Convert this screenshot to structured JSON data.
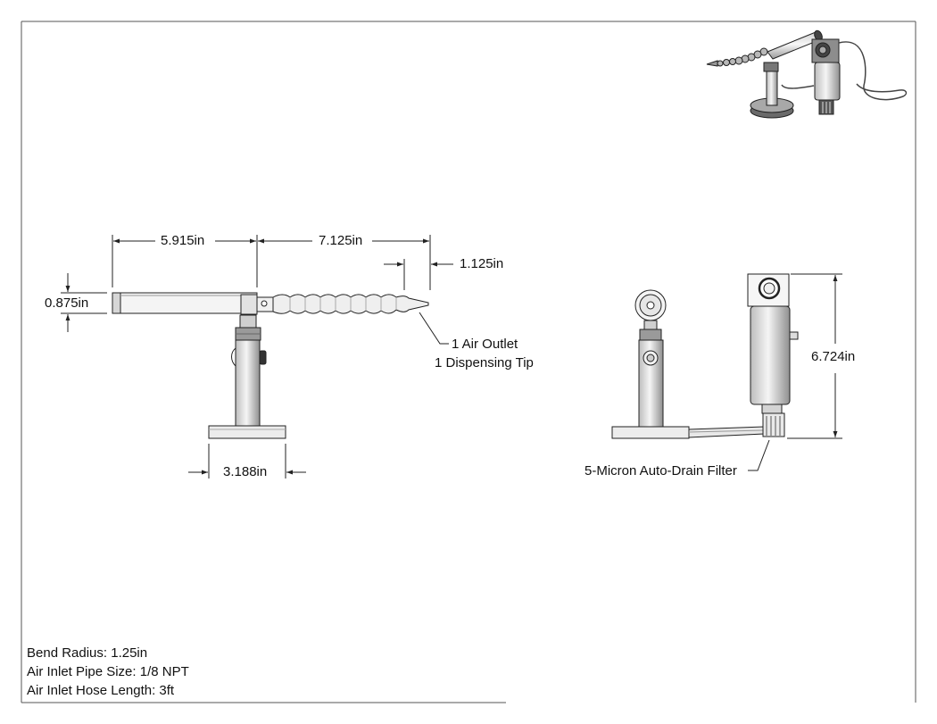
{
  "dimensions": {
    "bar_length": "5.915in",
    "hose_length": "7.125in",
    "tip_length": "1.125in",
    "bar_diameter": "0.875in",
    "base_diameter": "3.188in",
    "filter_height": "6.724in"
  },
  "callouts": {
    "air_outlet": "1 Air Outlet",
    "dispensing_tip": "1 Dispensing Tip",
    "filter": "5-Micron Auto-Drain Filter"
  },
  "notes": [
    "Bend Radius: 1.25in",
    "Air Inlet Pipe Size: 1/8 NPT",
    "Air Inlet Hose Length: 3ft"
  ],
  "colors": {
    "line": "#222222",
    "part_fill": "#f4f4f4",
    "shade": "#cfcfcf",
    "dark": "#555555"
  }
}
